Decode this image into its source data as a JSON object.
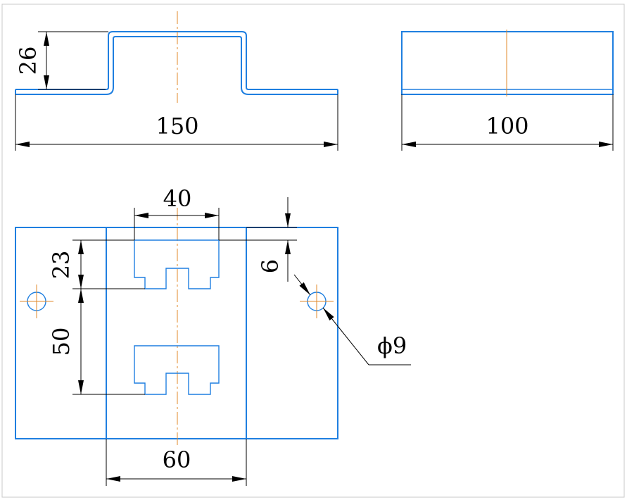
{
  "drawing": {
    "dimensions": {
      "height_front": "26",
      "width_front": "150",
      "width_side": "100",
      "slot_width": "40",
      "slot_offset": "23",
      "slot_pitch": "50",
      "edge_offset": "6",
      "hole_diameter": "ϕ9",
      "middle_width": "60"
    },
    "colors": {
      "outline": "#1f7fe0",
      "centerline": "#e08a2a",
      "dimension": "#000000"
    }
  }
}
